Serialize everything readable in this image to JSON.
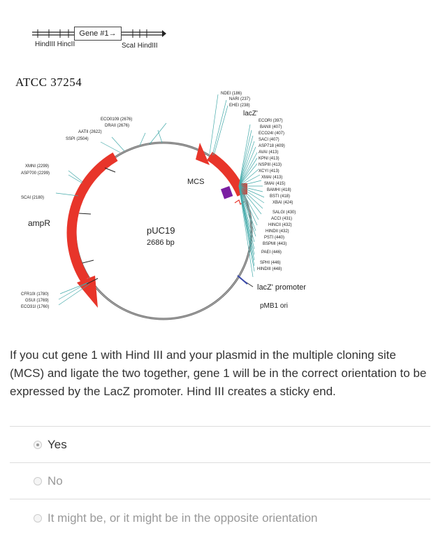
{
  "gene_diagram": {
    "gene_label": "Gene #1→",
    "sites_left": "HindIII HincII",
    "sites_right": "ScaI HindIII"
  },
  "plasmid": {
    "strain": "ATCC 37254",
    "name": "pUC19",
    "size": "2686 bp",
    "mcs_label": "MCS",
    "ampr_label": "ampR",
    "lacz_label": "lacZ'",
    "lacz_promoter_label": "lacZ' promoter",
    "ori_label": "pMB1 ori",
    "sites_top": [
      "NDEI (186)",
      "NARI (237)",
      "EHEI (238)"
    ],
    "sites_mcs": [
      "ECORI (397)",
      "BANII (407)",
      "ECO24I (407)",
      "SACI (407)",
      "ASP718 (409)",
      "AVAI (413)",
      "KPNI (413)",
      "NSPIII (413)",
      "XCYI (413)",
      "XMAI (413)",
      "SMAI (415)",
      "BAMHI (418)",
      "BSTI (418)",
      "XBAI (424)",
      "SALGI (430)",
      "ACCI (431)",
      "HINCII (432)",
      "HINDII (432)",
      "PSTI (440)",
      "BSPMI (443)",
      "PAEI (446)",
      "SPHI (446)",
      "HINDIII (448)"
    ],
    "sites_upper_left": [
      "ECO0109 (2676)",
      "DRAII (2676)",
      "AATII (2622)",
      "SSPI (2504)"
    ],
    "sites_left": [
      "XMNI (2299)",
      "ASP700 (2299)"
    ],
    "sites_scai": "SCAI (2180)",
    "sites_lower_left": [
      "CFR10I (1780)",
      "GSUI (1769)",
      "ECO31I (1760)"
    ]
  },
  "question": {
    "text": "If you cut gene 1  with Hind III and your plasmid in the multiple cloning site (MCS) and ligate the two together, gene 1 will be in the correct orientation to be expressed by the LacZ promoter. Hind III creates a sticky end.",
    "options": [
      {
        "label": "Yes",
        "selected": true
      },
      {
        "label": "No",
        "selected": false
      },
      {
        "label": "It might be, or it might be in the opposite orientation",
        "selected": false
      }
    ]
  },
  "colors": {
    "gene_red": "#e8352a",
    "mcs_purple": "#7b1fa2"
  }
}
